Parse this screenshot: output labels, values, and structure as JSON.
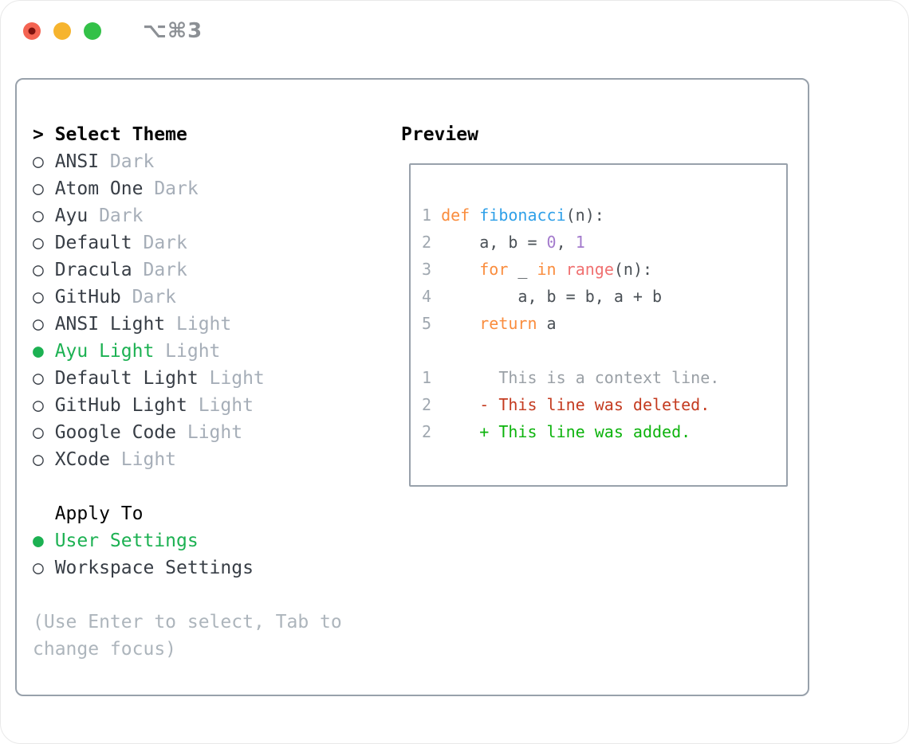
{
  "titlebar": {
    "title": "⌥⌘3"
  },
  "colors": {
    "accent_green": "#1cb152",
    "diff_added": "#0db30d",
    "diff_deleted": "#c43b20",
    "syntax_keyword": "#fa8d3e",
    "syntax_function": "#2fa0e8",
    "syntax_number": "#a37acc",
    "syntax_builtin": "#f07171",
    "panel_border": "#98a1ab",
    "traffic_red": "#f46452",
    "traffic_yellow": "#f6b42e",
    "traffic_green": "#33c148"
  },
  "theme_list": {
    "prompt": ">",
    "header": "Select Theme",
    "items": [
      {
        "marker": "○",
        "name": "ANSI",
        "variant": "Dark",
        "selected": false
      },
      {
        "marker": "○",
        "name": "Atom One",
        "variant": "Dark",
        "selected": false
      },
      {
        "marker": "○",
        "name": "Ayu",
        "variant": "Dark",
        "selected": false
      },
      {
        "marker": "○",
        "name": "Default",
        "variant": "Dark",
        "selected": false
      },
      {
        "marker": "○",
        "name": "Dracula",
        "variant": "Dark",
        "selected": false
      },
      {
        "marker": "○",
        "name": "GitHub",
        "variant": "Dark",
        "selected": false
      },
      {
        "marker": "○",
        "name": "ANSI Light",
        "variant": "Light",
        "selected": false
      },
      {
        "marker": "●",
        "name": "Ayu Light",
        "variant": "Light",
        "selected": true
      },
      {
        "marker": "○",
        "name": "Default Light",
        "variant": "Light",
        "selected": false
      },
      {
        "marker": "○",
        "name": "GitHub Light",
        "variant": "Light",
        "selected": false
      },
      {
        "marker": "○",
        "name": "Google Code",
        "variant": "Light",
        "selected": false
      },
      {
        "marker": "○",
        "name": "XCode",
        "variant": "Light",
        "selected": false
      }
    ]
  },
  "apply_to": {
    "header": "Apply To",
    "options": [
      {
        "marker": "●",
        "label": "User Settings",
        "selected": true
      },
      {
        "marker": "○",
        "label": "Workspace Settings",
        "selected": false
      }
    ]
  },
  "help": {
    "line1": "(Use Enter to select, Tab to",
    "line2": "change focus)"
  },
  "preview": {
    "header": "Preview",
    "code_lines": [
      {
        "segs": [
          {
            "c": "ln",
            "t": "1 "
          },
          {
            "c": "kw",
            "t": "def"
          },
          {
            "c": "pl",
            "t": " "
          },
          {
            "c": "fn",
            "t": "fibonacci"
          },
          {
            "c": "pl",
            "t": "(n):"
          }
        ]
      },
      {
        "segs": [
          {
            "c": "ln",
            "t": "2 "
          },
          {
            "c": "pl",
            "t": "    a, b = "
          },
          {
            "c": "nmb",
            "t": "0"
          },
          {
            "c": "pl",
            "t": ", "
          },
          {
            "c": "nmb",
            "t": "1"
          }
        ]
      },
      {
        "segs": [
          {
            "c": "ln",
            "t": "3 "
          },
          {
            "c": "pl",
            "t": "    "
          },
          {
            "c": "kw",
            "t": "for"
          },
          {
            "c": "pl",
            "t": " _ "
          },
          {
            "c": "kw",
            "t": "in"
          },
          {
            "c": "pl",
            "t": " "
          },
          {
            "c": "rg",
            "t": "range"
          },
          {
            "c": "pl",
            "t": "(n):"
          }
        ]
      },
      {
        "segs": [
          {
            "c": "ln",
            "t": "4 "
          },
          {
            "c": "pl",
            "t": "        a, b = b, a + b"
          }
        ]
      },
      {
        "segs": [
          {
            "c": "ln",
            "t": "5 "
          },
          {
            "c": "pl",
            "t": "    "
          },
          {
            "c": "kw",
            "t": "return"
          },
          {
            "c": "pl",
            "t": " a"
          }
        ]
      }
    ],
    "diff_lines": [
      {
        "num": "1 ",
        "kind": "context",
        "text": "      This is a context line."
      },
      {
        "num": "2 ",
        "kind": "deleted",
        "text": "    - This line was deleted."
      },
      {
        "num": "2 ",
        "kind": "added",
        "text": "    + This line was added."
      }
    ]
  }
}
